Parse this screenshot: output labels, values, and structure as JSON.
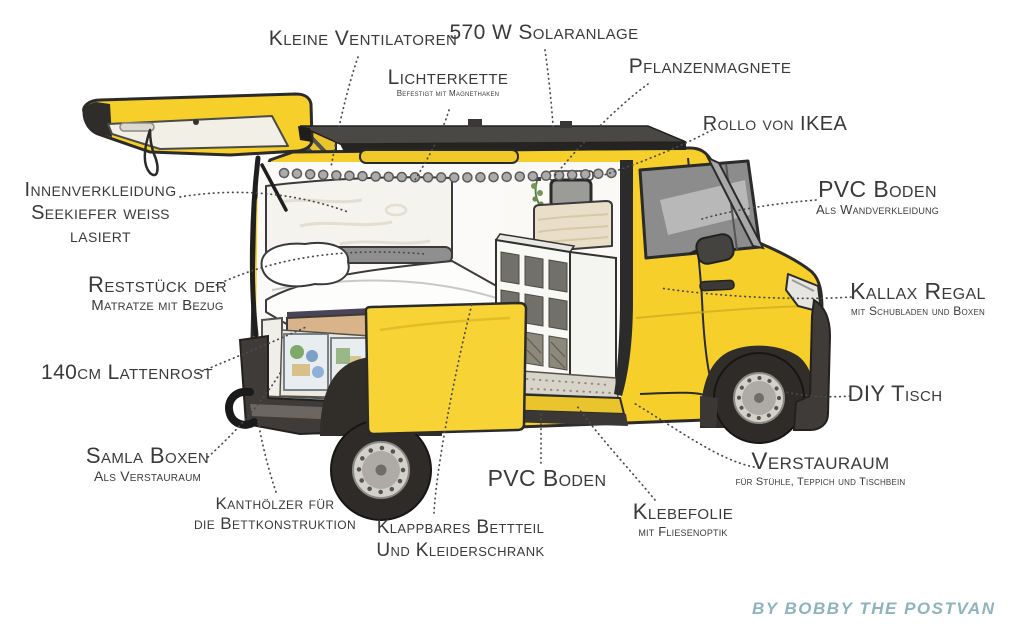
{
  "credit": {
    "text": "BY BOBBY THE POSTVAN"
  },
  "colors": {
    "van_yellow": "#F6CF2B",
    "ink": "#3A3A3A",
    "credit_teal": "#8FB3BA"
  },
  "labels": {
    "kleine_ventilatoren": {
      "text": "Kleine Ventilatoren"
    },
    "solaranlage": {
      "text": "570 W Solaranlage"
    },
    "lichterkette": {
      "text": "Lichterkette",
      "sub": "Befestigt mit Magnethaken"
    },
    "pflanzenmagnete": {
      "text": "Pflanzenmagnete"
    },
    "rollo": {
      "text": "Rollo von IKEA"
    },
    "innenverkleidung": {
      "line1": "Innenverkleidung",
      "line2": "Seekiefer weiß lasiert"
    },
    "reststueck": {
      "line1": "Reststück der",
      "line2": "Matratze mit Bezug"
    },
    "lattenrost": {
      "text": "140cm Lattenrost"
    },
    "samla": {
      "text": "Samla Boxen",
      "sub": "Als Verstauraum"
    },
    "kanthoelzer": {
      "line1": "Kanthölzer für",
      "line2": "die Bettkonstruktion"
    },
    "klappbares": {
      "line1": "Klappbares Bettteil",
      "line2": "Und Kleiderschrank"
    },
    "pvc_boden_floor": {
      "text": "PVC Boden"
    },
    "klebefolie": {
      "text": "Klebefolie",
      "sub": "mit Fliesenoptik"
    },
    "pvc_boden_wand": {
      "text": "PVC Boden",
      "sub": "Als Wandverkleidung"
    },
    "kallax": {
      "text": "Kallax Regal",
      "sub": "mit Schubladen und Boxen"
    },
    "diy_tisch": {
      "text": "DIY Tisch"
    },
    "verstauraum": {
      "text": "Verstauraum",
      "sub": "für Stühle, Teppich und Tischbein"
    }
  }
}
